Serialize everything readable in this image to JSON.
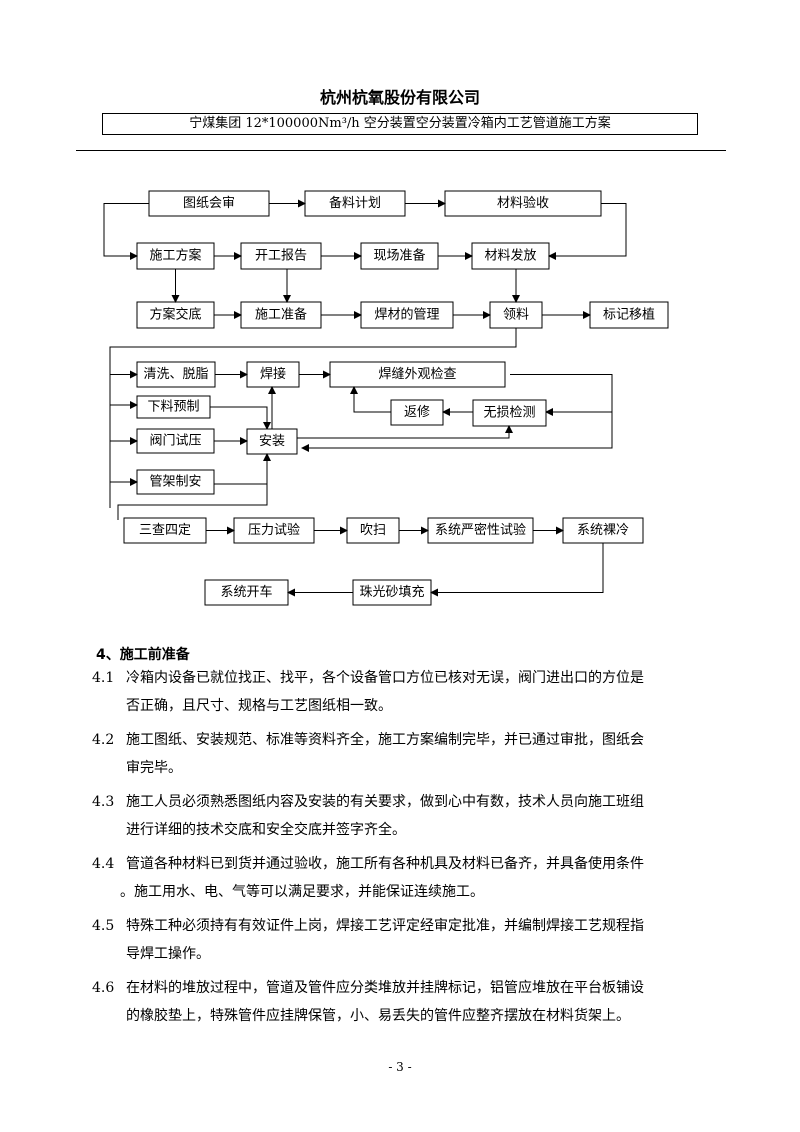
{
  "header": {
    "company": "杭州杭氧股份有限公司",
    "subtitle": "宁煤集团 12*100000Nm³/h 空分装置空分装置冷箱内工艺管道施工方案"
  },
  "flowchart": {
    "nodes": {
      "tuzhi": "图纸会审",
      "beiliao": "备料计划",
      "cailiao_yanshou": "材料验收",
      "shigong_fangan": "施工方案",
      "kaigong": "开工报告",
      "xianchang": "现场准备",
      "cailiao_fafang": "材料发放",
      "fangan_jiaodi": "方案交底",
      "shigong_zhunbei": "施工准备",
      "hancai": "焊材的管理",
      "lingliao": "领料",
      "biaoji": "标记移植",
      "qingxi": "清洗、脱脂",
      "hanjie": "焊接",
      "hanfeng": "焊缝外观检查",
      "xialiao": "下料预制",
      "fanxiu": "返修",
      "wusun": "无损检测",
      "famen": "阀门试压",
      "anzhuang": "安装",
      "guanjia": "管架制安",
      "sancha": "三查四定",
      "yali": "压力试验",
      "chuisao": "吹扫",
      "yanmi": "系统严密性试验",
      "luoleng": "系统裸冷",
      "kaiche": "系统开车",
      "zhuguang": "珠光砂填充"
    }
  },
  "section": {
    "heading": "4、施工前准备",
    "items": [
      {
        "num": "4.1",
        "lines": [
          "冷箱内设备已就位找正、找平，各个设备管口方位已核对无误，阀门进出口的方位是",
          "否正确，且尺寸、规格与工艺图纸相一致。"
        ]
      },
      {
        "num": "4.2",
        "lines": [
          "施工图纸、安装规范、标准等资料齐全，施工方案编制完毕，并已通过审批，图纸会",
          "审完毕。"
        ]
      },
      {
        "num": "4.3",
        "lines": [
          "施工人员必须熟悉图纸内容及安装的有关要求，做到心中有数，技术人员向施工班组",
          "进行详细的技术交底和安全交底并签字齐全。"
        ]
      },
      {
        "num": "4.4",
        "lines": [
          "管道各种材料已到货并通过验收，施工所有各种机具及材料已备齐，并具备使用条件",
          "。施工用水、电、气等可以满足要求，并能保证连续施工。"
        ]
      },
      {
        "num": "4.5",
        "lines": [
          "特殊工种必须持有有效证件上岗，焊接工艺评定经审定批准，并编制焊接工艺规程指",
          "导焊工操作。"
        ]
      },
      {
        "num": "4.6",
        "lines": [
          "在材料的堆放过程中，管道及管件应分类堆放并挂牌标记，铝管应堆放在平台板铺设",
          "的橡胶垫上，特殊管件应挂牌保管，小、易丢失的管件应整齐摆放在材料货架上。"
        ]
      }
    ]
  },
  "footer": {
    "page": "- 3 -"
  }
}
